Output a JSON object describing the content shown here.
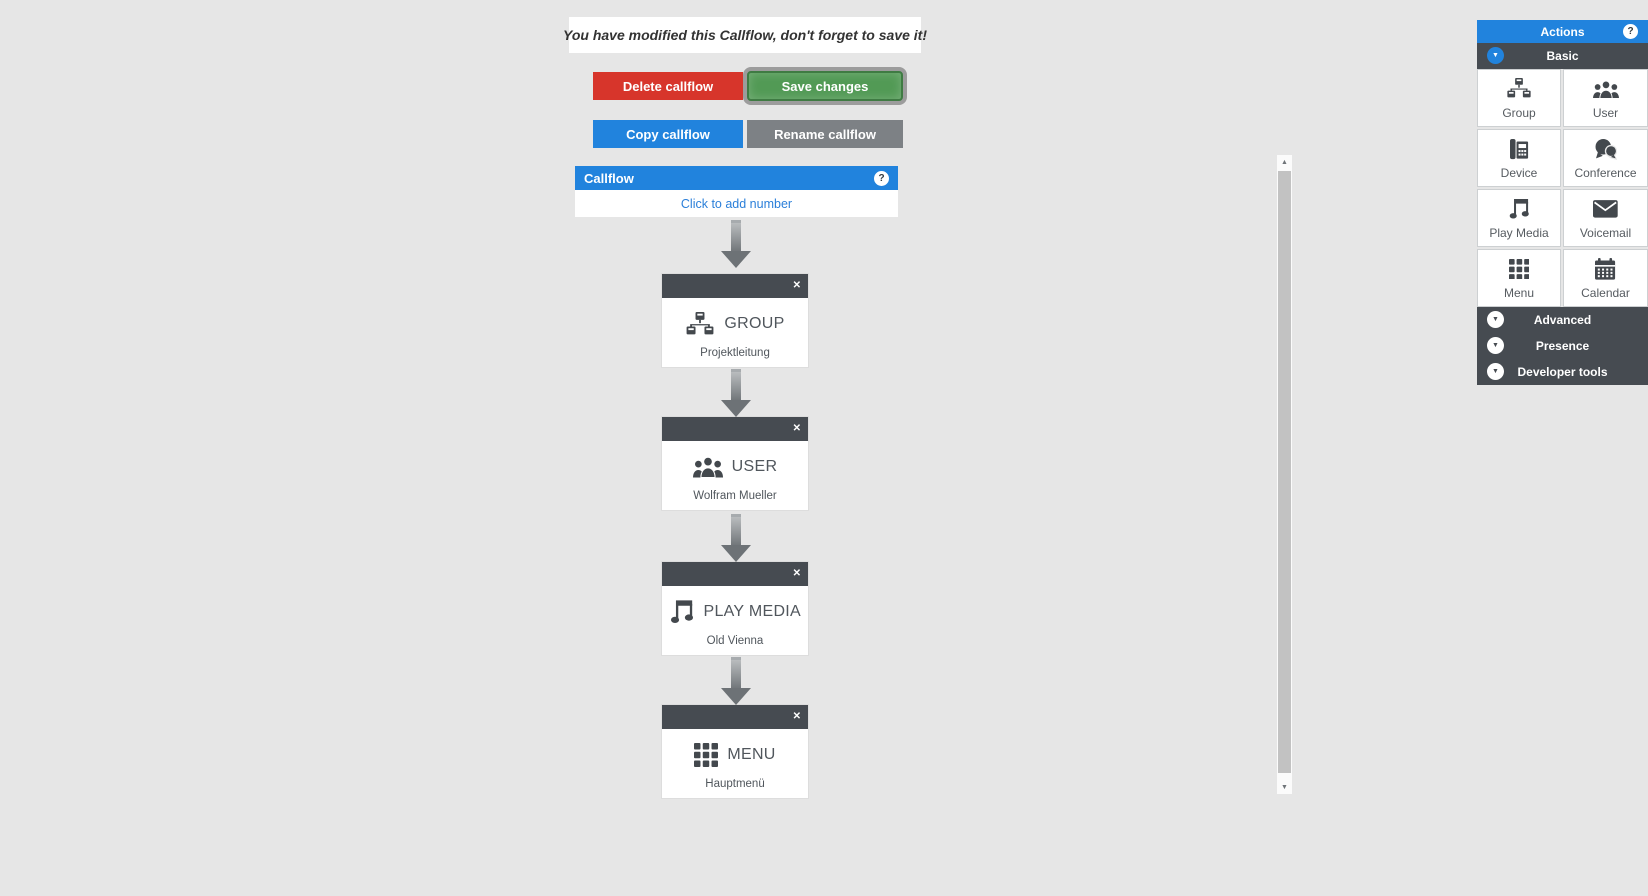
{
  "banner": {
    "message": "You have modified this Callflow, don't forget to save it!"
  },
  "toolbar": {
    "delete_label": "Delete callflow",
    "save_label": "Save changes",
    "copy_label": "Copy callflow",
    "rename_label": "Rename callflow"
  },
  "callflow": {
    "title": "Callflow",
    "help_icon": "?",
    "add_number_label": "Click to add number",
    "close_icon": "✕",
    "nodes": [
      {
        "type": "GROUP",
        "name": "Projektleitung",
        "icon": "group-icon"
      },
      {
        "type": "USER",
        "name": "Wolfram Mueller",
        "icon": "user-icon"
      },
      {
        "type": "PLAY MEDIA",
        "name": "Old Vienna",
        "icon": "play-media-icon"
      },
      {
        "type": "MENU",
        "name": "Hauptmenü",
        "icon": "menu-icon"
      }
    ]
  },
  "actions_panel": {
    "title": "Actions",
    "help_icon": "?",
    "sections": [
      {
        "id": "basic",
        "label": "Basic",
        "expanded": true,
        "tools": [
          {
            "label": "Group",
            "icon": "group-icon"
          },
          {
            "label": "User",
            "icon": "user-icon"
          },
          {
            "label": "Device",
            "icon": "device-icon"
          },
          {
            "label": "Conference",
            "icon": "conference-icon"
          },
          {
            "label": "Play Media",
            "icon": "play-media-icon"
          },
          {
            "label": "Voicemail",
            "icon": "voicemail-icon"
          },
          {
            "label": "Menu",
            "icon": "menu-icon"
          },
          {
            "label": "Calendar",
            "icon": "calendar-icon"
          }
        ]
      },
      {
        "id": "advanced",
        "label": "Advanced",
        "expanded": false
      },
      {
        "id": "presence",
        "label": "Presence",
        "expanded": false
      },
      {
        "id": "developer-tools",
        "label": "Developer tools",
        "expanded": false
      }
    ]
  },
  "colors": {
    "accent_blue": "#2183dd",
    "danger_red": "#d7352b",
    "success_green": "#529a55",
    "neutral_gray": "#7d8185",
    "dark_bar": "#464b51",
    "link_blue": "#2b7fd9",
    "page_bg": "#e6e6e6"
  }
}
